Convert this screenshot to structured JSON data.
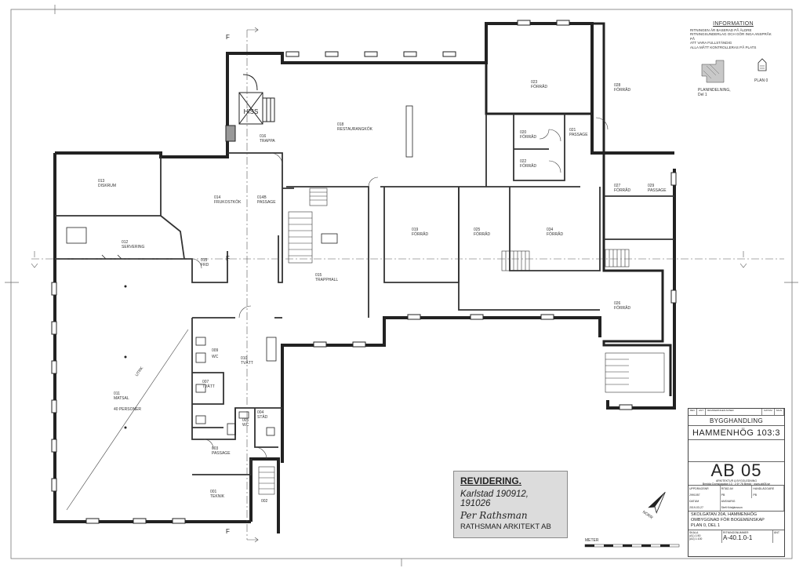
{
  "info": {
    "title": "INFORMATION",
    "lines": [
      "RITNINGEN ÄR BASERAD PÅ ÄLDRE",
      "RITNINGSUNDERLAG OCH GÖR INGA ANSPRÅK PÅ",
      "ATT VARA FULLSTÄNDIG",
      "ALLA MÅTT KONTROLLERAS PÅ PLATS"
    ],
    "key_label_1": "PLANINDELNING,",
    "key_label_2": "Del 1",
    "plan_label": "PLAN 0"
  },
  "section_marks": {
    "top": "F",
    "bottom": "F"
  },
  "stair_text": "UTRK",
  "lift_label": "HISS",
  "rooms": [
    {
      "num": "018",
      "name": "RESTAURANGKÖK"
    },
    {
      "num": "023",
      "name": "FÖRRÅD"
    },
    {
      "num": "028",
      "name": "FÖRRÅD"
    },
    {
      "num": "020",
      "name": "FÖRRÅD"
    },
    {
      "num": "021",
      "name": "PASSAGE"
    },
    {
      "num": "022",
      "name": "FÖRRÅD"
    },
    {
      "num": "016",
      "name": "TRAPPA"
    },
    {
      "num": "013",
      "name": "DISKRUM"
    },
    {
      "num": "014",
      "name": "FRUKOSTKÖK"
    },
    {
      "num": "014B",
      "name": "PASSAGE"
    },
    {
      "num": "027",
      "name": "FÖRRÅD"
    },
    {
      "num": "029",
      "name": "PASSAGE"
    },
    {
      "num": "012",
      "name": "SERVERING"
    },
    {
      "num": "019",
      "name": "FÖRRÅD"
    },
    {
      "num": "025",
      "name": "FÖRRÅD"
    },
    {
      "num": "034",
      "name": "FÖRRÅD"
    },
    {
      "num": "015",
      "name": "FRD"
    },
    {
      "num": "015",
      "name": "TRAPPHALL"
    },
    {
      "num": "026",
      "name": "FÖRRÅD"
    },
    {
      "num": "009",
      "name": "WC"
    },
    {
      "num": "010",
      "name": "TVÄTT"
    },
    {
      "num": "007",
      "name": "TVÄTT"
    },
    {
      "num": "011",
      "name": "MATSAL"
    },
    {
      "num": "004",
      "name": "STÄD"
    },
    {
      "num": "005",
      "name": "WC"
    },
    {
      "num": "003",
      "name": "PASSAGE"
    },
    {
      "num": "001",
      "name": "TEKNIK"
    },
    {
      "num": "002",
      "name": ""
    }
  ],
  "matsal_capacity": "40 PERSONER",
  "revision": {
    "title": "REVIDERING.",
    "dates": "Karlstad 190912, 191026",
    "signature": "Per Rathsman",
    "firm": "RATHSMAN ARKITEKT AB"
  },
  "north": "NORR",
  "scale_label": "METER",
  "title_block": {
    "header_cells": [
      "REV",
      "ANT",
      "REVIDERINGEN AVSER",
      "DATUM",
      "SIGN"
    ],
    "status": "BYGGHANDLING",
    "property": "HAMMENHÖG 103:3",
    "firm_logo": "AB 05",
    "firm_sub": "ARKITEKTUR & BYGGLEDNING",
    "firm_address": "Bredda Domsjagatan 13 · 2 6* 76 Bredd · www.ab05.se",
    "grid_headers_1": [
      "UPPDRAGSNR",
      "RITAD AV",
      "HANDLÄGGARE"
    ],
    "grid_values_1": [
      "2991057",
      "PB",
      "PB"
    ],
    "grid_headers_2": [
      "DATUM",
      "ANSVARIG"
    ],
    "grid_values_2": [
      "2019-03-27",
      "Stefi Kristjánsson"
    ],
    "desc_lines": [
      "SKOLGATAN 20A, HAMMENHÖG",
      "OMBYGGNAD FÖR BOGEMENSKAP",
      "PLAN 0, DEL 1"
    ],
    "scale_lines": [
      "SKALA",
      "(A1) 1:50",
      "(A3) 1:100"
    ],
    "drawing_no_label": "RITNINGSNUMMER",
    "drawing_no": "A-40.1.0-1",
    "rev_label": "ÄNT"
  }
}
